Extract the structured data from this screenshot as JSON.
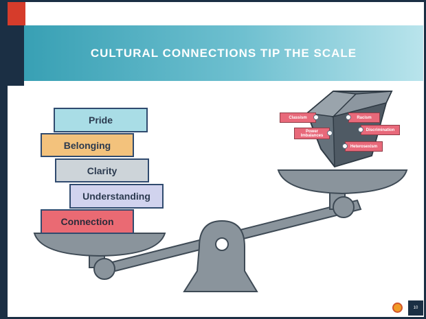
{
  "title": "CULTURAL CONNECTIONS TIP THE SCALE",
  "left_stack": [
    "Pride",
    "Belonging",
    "Clarity",
    "Understanding",
    "Connection"
  ],
  "weight_tags": [
    "Classism",
    "Racism",
    "Power Imbalances",
    "Discrimination",
    "Heterosexism"
  ],
  "page_number": "10",
  "colors": {
    "header_start": "#38a0b4",
    "header_end": "#b9e4ec",
    "dark_navy": "#1b2f44",
    "accent_red": "#d63c2b",
    "scale_gray": "#7c8790",
    "tag_red": "#e8697a"
  },
  "icons": [
    "balance-scale-icon",
    "heavy-weight-icon",
    "logo-icon"
  ]
}
